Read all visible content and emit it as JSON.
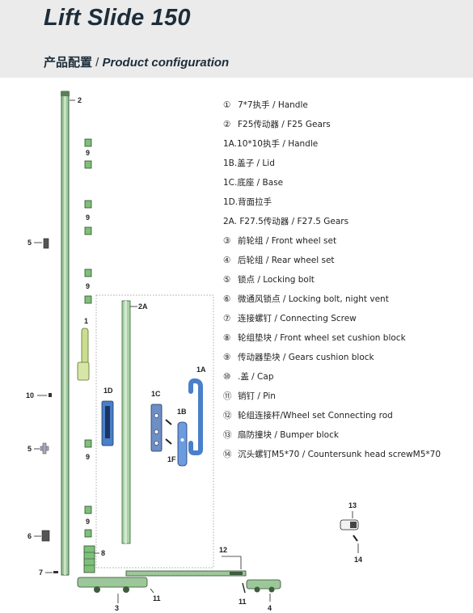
{
  "header": {
    "title": "Lift Slide 150",
    "subtitle_zh": "产品配置",
    "subtitle_sep": " / ",
    "subtitle_en": "Product configuration"
  },
  "parts": [
    {
      "num": "①",
      "text": "7*7执手 / Handle"
    },
    {
      "num": "②",
      "text": "F25传动器 / F25 Gears"
    },
    {
      "num": "",
      "text": "1A.10*10执手 / Handle"
    },
    {
      "num": "",
      "text": "1B.盖子 / Lid"
    },
    {
      "num": "",
      "text": "1C.底座 / Base"
    },
    {
      "num": "",
      "text": "1D.背面拉手"
    },
    {
      "num": "",
      "text": "2A. F27.5传动器 / F27.5 Gears"
    },
    {
      "num": "③",
      "text": "前轮组 / Front wheel set"
    },
    {
      "num": "④",
      "text": "后轮组 / Rear wheel set"
    },
    {
      "num": "⑤",
      "text": "锁点 / Locking bolt"
    },
    {
      "num": "⑥",
      "text": "微通风锁点 / Locking bolt, night vent"
    },
    {
      "num": "⑦",
      "text": "连接螺钉 / Connecting Screw"
    },
    {
      "num": "⑧",
      "text": "轮组垫块 / Front wheel set cushion block"
    },
    {
      "num": "⑨",
      "text": "传动器垫块 / Gears cushion block"
    },
    {
      "num": "⑩",
      "text": ".盖 / Cap"
    },
    {
      "num": "⑪",
      "text": "销钉 / Pin"
    },
    {
      "num": "⑫",
      "text": "轮组连接杆/Wheel set Connecting rod"
    },
    {
      "num": "⑬",
      "text": "扇防撞块 / Bumper block"
    },
    {
      "num": "⑭",
      "text": "沉头螺钉M5*70 / Countersunk head screwM5*70"
    }
  ],
  "callouts": {
    "c2": "2",
    "c9a": "9",
    "c9b": "9",
    "c9c": "9",
    "c9d": "9",
    "c9e": "9",
    "c5a": "5",
    "c5b": "5",
    "c1": "1",
    "c10": "10",
    "c6": "6",
    "c7": "7",
    "c8": "8",
    "c2A": "2A",
    "c1A": "1A",
    "c1B": "1B",
    "c1C": "1C",
    "c1D": "1D",
    "c1F": "1F",
    "c12": "12",
    "c13": "13",
    "c14": "14",
    "c3": "3",
    "c11a": "11",
    "c11b": "11",
    "c4": "4"
  },
  "colors": {
    "rail_green": "#9cc79a",
    "rail_dark": "#5b7f5a",
    "handle_blue": "#4a7fc9",
    "handle_light": "#b6d97c",
    "header_bg": "#ebebeb",
    "title": "#1d2d3a"
  }
}
